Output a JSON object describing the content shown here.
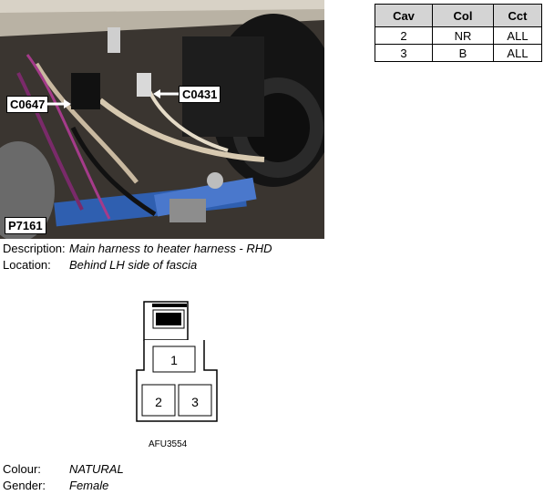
{
  "photo": {
    "labels": {
      "c0647": "C0647",
      "c0431": "C0431",
      "p7161": "P7161"
    }
  },
  "table": {
    "headers": [
      "Cav",
      "Col",
      "Cct"
    ],
    "rows": [
      [
        "2",
        "NR",
        "ALL"
      ],
      [
        "3",
        "B",
        "ALL"
      ]
    ]
  },
  "description": {
    "label": "Description:",
    "value": "Main harness to heater harness - RHD"
  },
  "location": {
    "label": "Location:",
    "value": "Behind LH side of fascia"
  },
  "connector": {
    "pins": [
      "1",
      "2",
      "3"
    ],
    "figure_id": "AFU3554"
  },
  "colour": {
    "label": "Colour:",
    "value": "NATURAL"
  },
  "gender": {
    "label": "Gender:",
    "value": "Female"
  }
}
